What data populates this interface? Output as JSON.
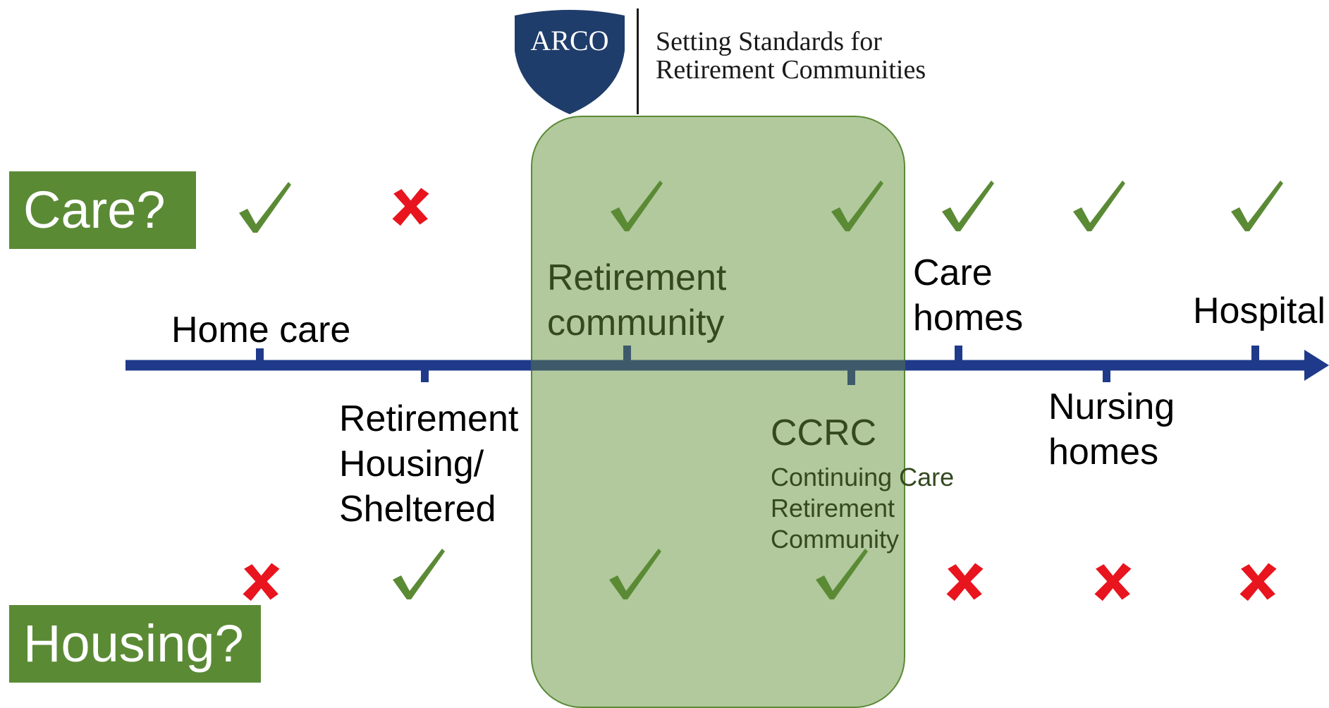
{
  "logo": {
    "shield_text": "ARCO",
    "tagline_line1": "Setting Standards for",
    "tagline_line2": "Retirement Communities",
    "shield_color": "#1f3d6b"
  },
  "row_labels": {
    "care": "Care?",
    "housing": "Housing?"
  },
  "stages": {
    "home_care": "Home care",
    "retirement_housing": [
      "Retirement",
      "Housing/",
      "Sheltered"
    ],
    "retirement_community": [
      "Retirement",
      "community"
    ],
    "ccrc": "CCRC",
    "ccrc_full": [
      "Continuing Care",
      "Retirement",
      "Community"
    ],
    "care_homes": [
      "Care",
      "homes"
    ],
    "nursing_homes": [
      "Nursing",
      "homes"
    ],
    "hospital": "Hospital"
  },
  "care_marks": [
    "check",
    "cross",
    "check",
    "check",
    "check",
    "check",
    "check"
  ],
  "housing_marks": [
    "cross",
    "check",
    "check",
    "check",
    "cross",
    "cross",
    "cross"
  ],
  "colors": {
    "green_label": "#5b8a35",
    "check": "#5b8a35",
    "cross": "#e8141e",
    "axis": "#1f3a8a",
    "highlight_fill": "#b1c99d",
    "highlight_stroke": "#5b8a35"
  }
}
